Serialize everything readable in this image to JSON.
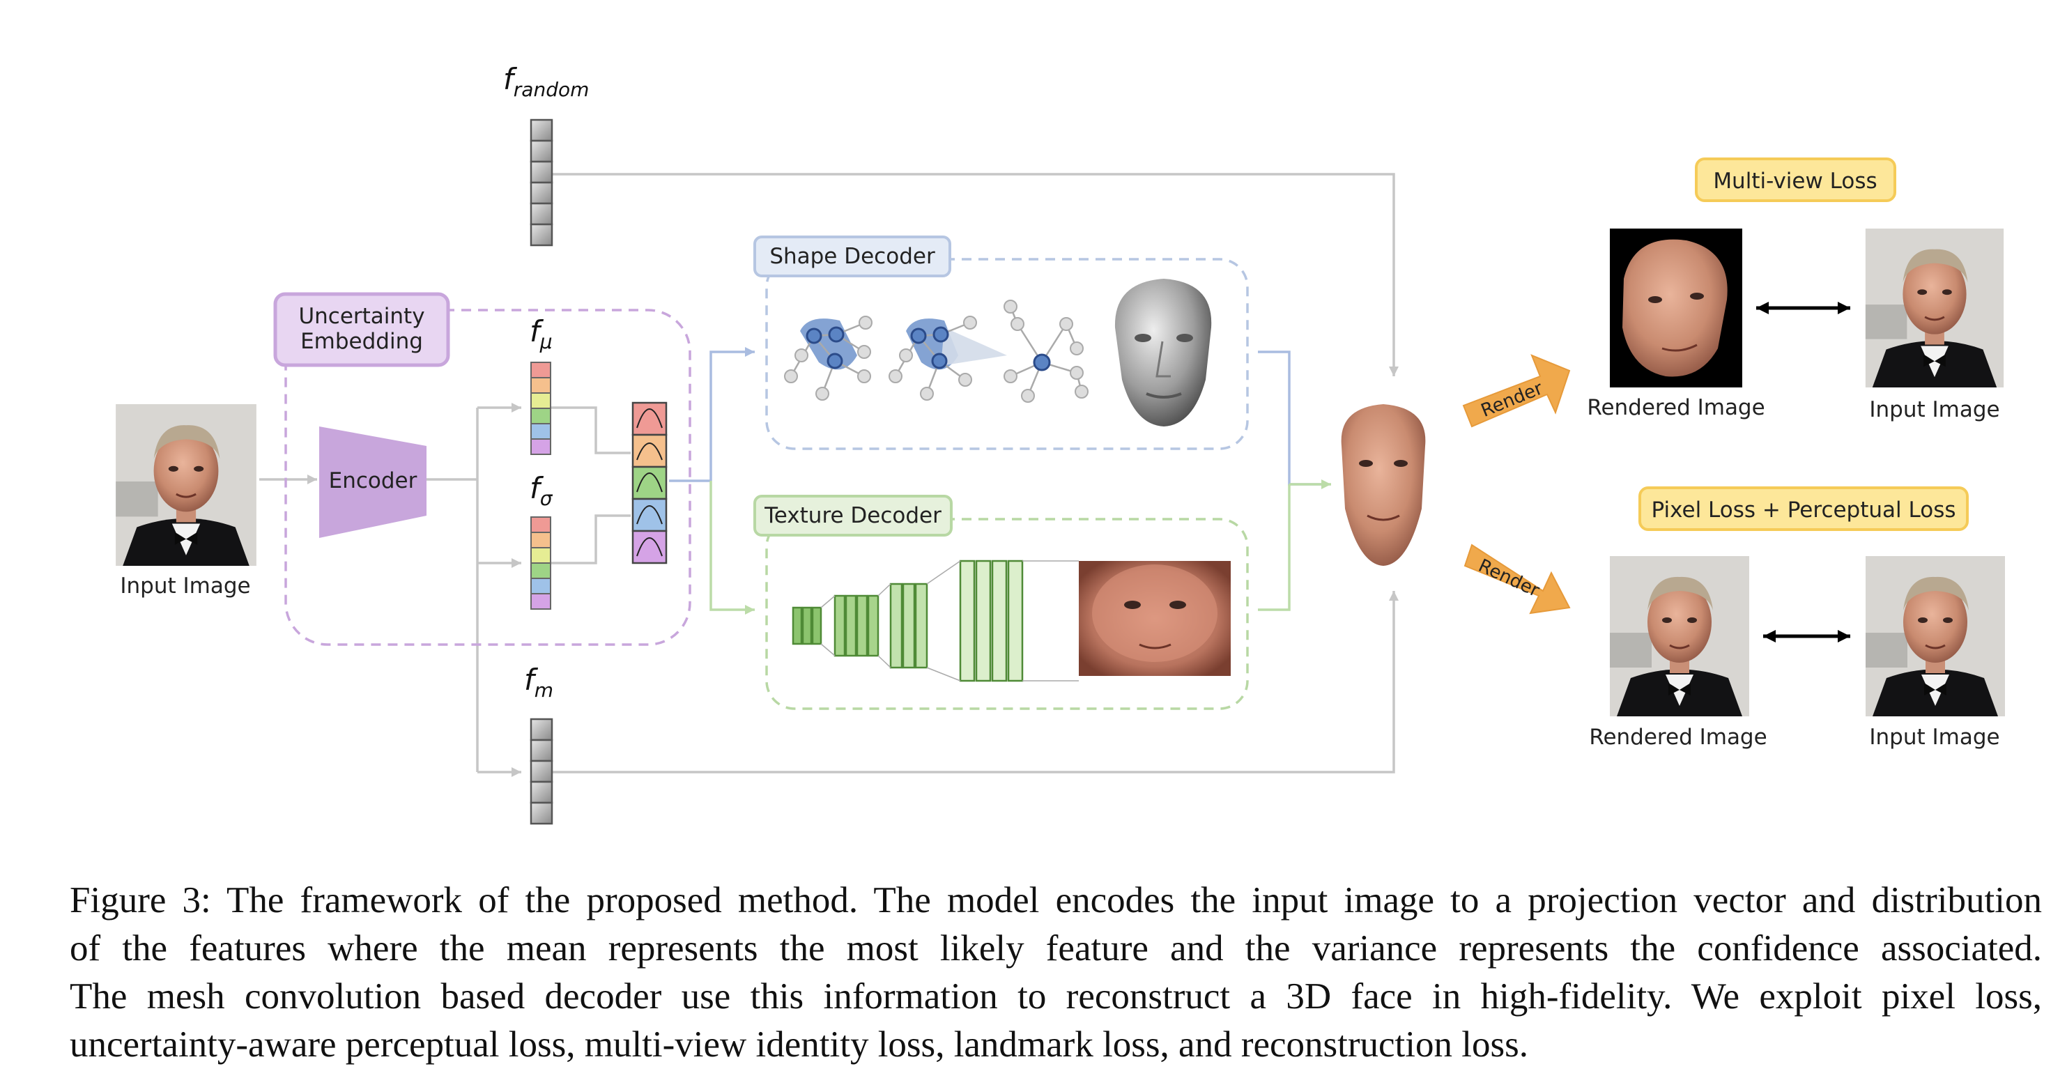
{
  "labels": {
    "f_random": "f",
    "f_random_sub": "random",
    "f_mu": "f",
    "f_mu_sub": "μ",
    "f_sigma": "f",
    "f_sigma_sub": "σ",
    "f_m": "f",
    "f_m_sub": "m",
    "uncertainty_line1": "Uncertainty",
    "uncertainty_line2": "Embedding",
    "encoder": "Encoder",
    "input_image_left": "Input Image",
    "shape_decoder": "Shape Decoder",
    "texture_decoder": "Texture Decoder",
    "render_top": "Render",
    "render_bottom": "Render",
    "multi_view_loss": "Multi-view Loss",
    "pixel_perceptual_loss": "Pixel Loss + Perceptual Loss",
    "rendered_image_top": "Rendered Image",
    "input_image_top": "Input Image",
    "rendered_image_bottom": "Rendered Image",
    "input_image_bottom": "Input Image"
  },
  "caption": {
    "line1": "Figure 3: The framework of the proposed method. The model encodes the input image to a projection vector and distribution",
    "line2": "of the features where the mean represents the most likely feature and the variance represents the confidence associated.",
    "line3": "The mesh convolution based decoder use this information to reconstruct a 3D face in high-fidelity.  We exploit pixel loss,",
    "line4": "uncertainty-aware perceptual loss, multi-view identity loss, landmark loss, and reconstruction loss."
  },
  "colors": {
    "purple": "#c8a6dc",
    "purple_fill": "#e8d6f2",
    "shape_blue": "#b6c6e2",
    "texture_green": "#b8d8a4",
    "arrow_gray": "#c6c6c6",
    "render_orange": "#f0a94c",
    "loss_yellow": "#fde79a",
    "loss_border": "#f5cb58"
  },
  "icons": [
    "face-photo",
    "rendered-face",
    "shape-mesh",
    "uv-texture",
    "graph-node",
    "conv-layer"
  ]
}
